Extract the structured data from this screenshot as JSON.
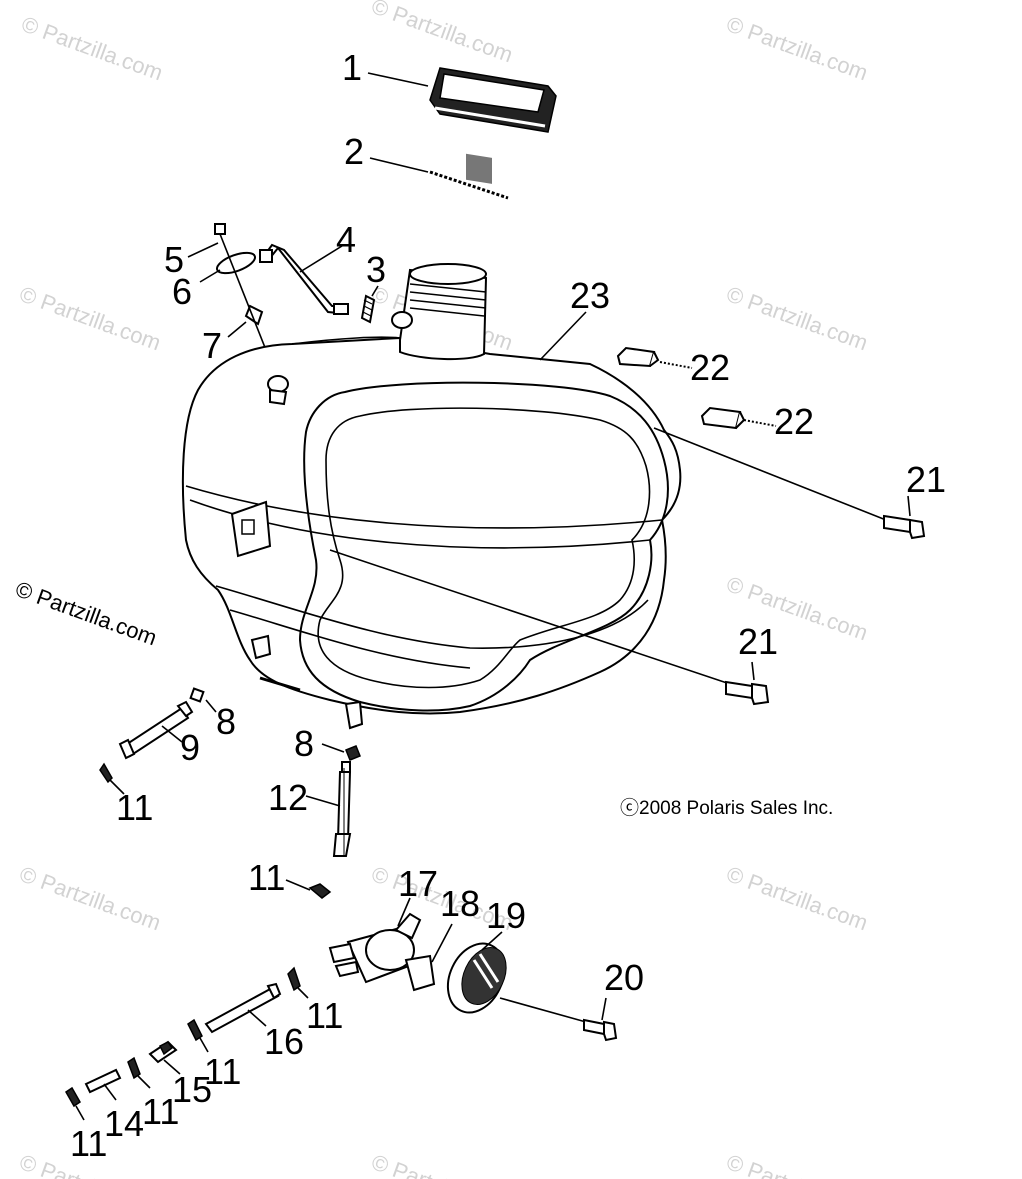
{
  "watermark": {
    "text": "© Partzilla.com",
    "highlight_text": "© Partzilla.com"
  },
  "copyright": "ⓒ2008 Polaris Sales Inc.",
  "callouts": {
    "c1": "1",
    "c2": "2",
    "c3": "3",
    "c4": "4",
    "c5": "5",
    "c6": "6",
    "c7": "7",
    "c8a": "8",
    "c8b": "8",
    "c9": "9",
    "c11a": "11",
    "c11b": "11",
    "c11c": "11",
    "c11d": "11",
    "c11e": "11",
    "c11f": "11",
    "c12": "12",
    "c14": "14",
    "c15": "15",
    "c16": "16",
    "c17": "17",
    "c18": "18",
    "c19": "19",
    "c20": "20",
    "c21a": "21",
    "c21b": "21",
    "c22a": "22",
    "c22b": "22",
    "c23": "23"
  }
}
